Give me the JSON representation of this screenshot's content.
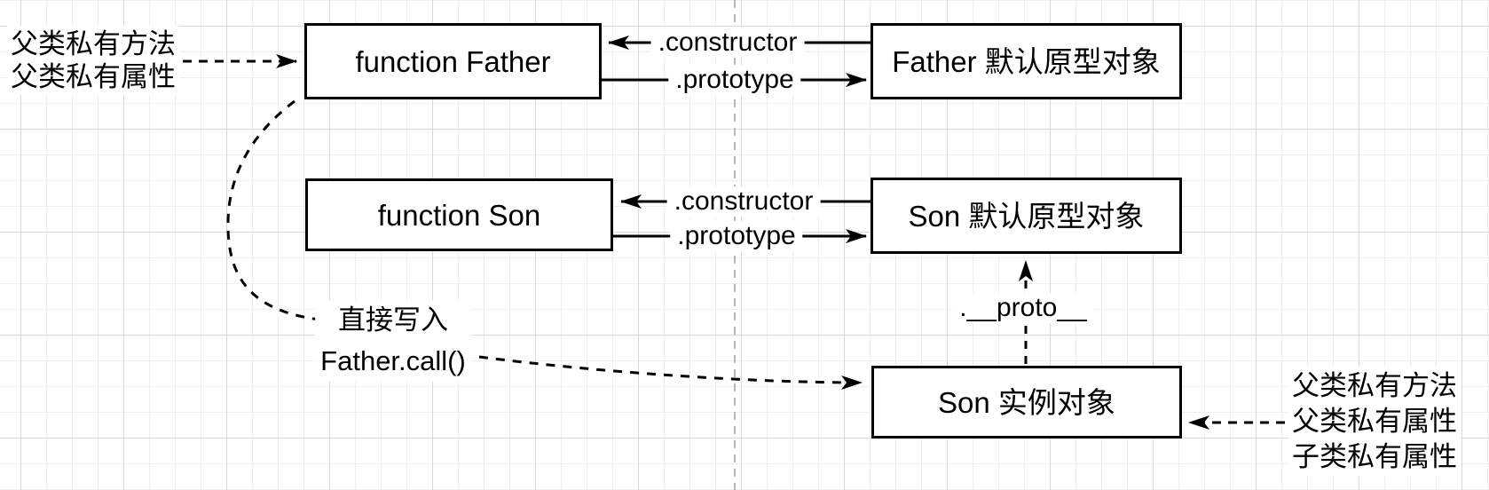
{
  "nodes": {
    "father_fn": {
      "label": "function Father"
    },
    "son_fn": {
      "label": "function Son"
    },
    "father_proto": {
      "label": "Father 默认原型对象"
    },
    "son_proto": {
      "label": "Son 默认原型对象"
    },
    "son_instance": {
      "label": "Son 实例对象"
    }
  },
  "edges": {
    "father_constructor": ".constructor",
    "father_prototype": ".prototype",
    "son_constructor": ".constructor",
    "son_prototype": ".prototype",
    "proto_link": ".__proto__",
    "call_note_line1": "直接写入",
    "call_note_line2": "Father.call()"
  },
  "notes": {
    "left_line1": "父类私有方法",
    "left_line2": "父类私有属性",
    "right_line1": "父类私有方法",
    "right_line2": "父类私有属性",
    "right_line3": "子类私有属性"
  },
  "colors": {
    "stroke": "#000000",
    "node_fill": "#ffffff",
    "grid_minor": "#efefef",
    "grid_major": "#d9d9d9",
    "divider": "#b8b8b8"
  }
}
